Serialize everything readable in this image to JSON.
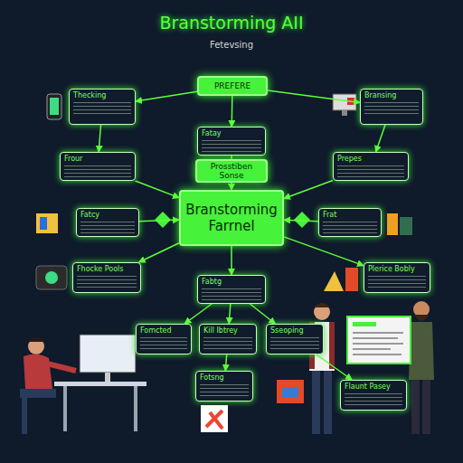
{
  "diagram": {
    "title": "Branstorming AII",
    "nodes": [
      {
        "text": [
          "PREFERE"
        ]
      },
      {
        "text": [
          "Thecking"
        ]
      },
      {
        "text": [
          "Bransing"
        ]
      },
      {
        "text": [
          "Fatay"
        ]
      },
      {
        "text": [
          "Prosstiben Sonse"
        ]
      },
      {
        "text": [
          "Frour"
        ]
      },
      {
        "text": [
          "Prepes"
        ]
      },
      {
        "text": [
          "Branstorming Farrnel"
        ]
      },
      {
        "text": [
          "Fatcy"
        ]
      },
      {
        "text": [
          "Frat"
        ]
      },
      {
        "text": [
          "Fhocke Pools"
        ]
      },
      {
        "text": [
          "Plerice Bobly"
        ]
      },
      {
        "text": [
          "Fabtg"
        ]
      },
      {
        "text": [
          "Fomcted"
        ]
      },
      {
        "text": [
          "Kill Ibtrey"
        ]
      },
      {
        "text": [
          "Sseoping"
        ]
      },
      {
        "text": [
          "Fotsng"
        ]
      },
      {
        "text": [
          "Flaunt Pasey"
        ]
      }
    ],
    "edges": [
      {
        "from": 0,
        "to": 1,
        "arrow": "to"
      },
      {
        "from": 0,
        "to": 2,
        "arrow": "to"
      },
      {
        "from": 0,
        "to": 3,
        "arrow": "to"
      },
      {
        "from": 3,
        "to": 4,
        "arrow": "none"
      },
      {
        "from": 4,
        "to": 7,
        "arrow": "to"
      },
      {
        "from": 1,
        "to": 5,
        "arrow": "to"
      },
      {
        "from": 2,
        "to": 6,
        "arrow": "to"
      },
      {
        "from": 5,
        "to": 7,
        "arrow": "to"
      },
      {
        "from": 6,
        "to": 7,
        "arrow": "to"
      },
      {
        "from": 8,
        "to": 7,
        "arrow": "to"
      },
      {
        "from": 9,
        "to": 7,
        "arrow": "to"
      },
      {
        "from": 7,
        "to": 10,
        "arrow": "to"
      },
      {
        "from": 7,
        "to": 11,
        "arrow": "to"
      },
      {
        "from": 7,
        "to": 12,
        "arrow": "to"
      },
      {
        "from": 12,
        "to": 13,
        "arrow": "to"
      },
      {
        "from": 12,
        "to": 14,
        "arrow": "to"
      },
      {
        "from": 12,
        "to": 15,
        "arrow": "to"
      },
      {
        "from": 14,
        "to": 16,
        "arrow": "to"
      },
      {
        "from": 15,
        "to": 17,
        "arrow": "to"
      }
    ],
    "labels": [
      "Fetevsing"
    ]
  }
}
